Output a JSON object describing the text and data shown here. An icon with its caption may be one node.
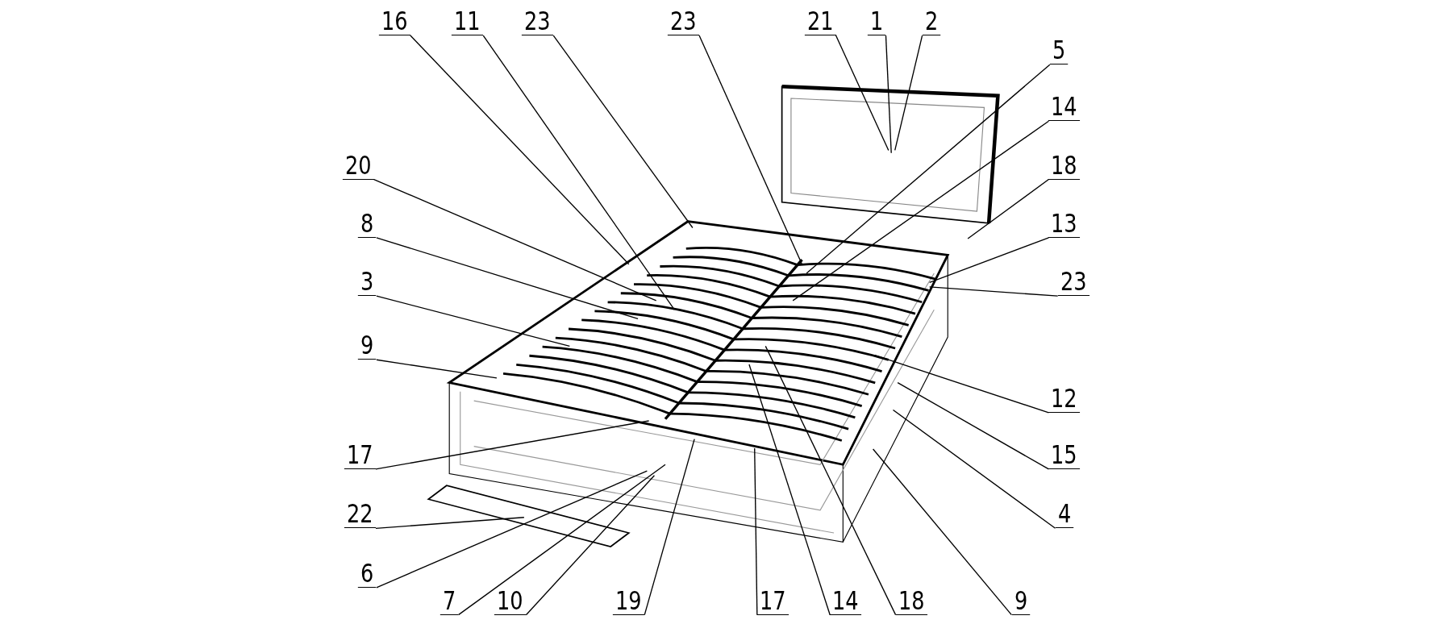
{
  "diagram": {
    "nodes": [
      {
        "text": [
          "16"
        ]
      },
      {
        "text": [
          "11"
        ]
      },
      {
        "text": [
          "23"
        ]
      },
      {
        "text": [
          "23"
        ]
      },
      {
        "text": [
          "21"
        ]
      },
      {
        "text": [
          "1"
        ]
      },
      {
        "text": [
          "2"
        ]
      },
      {
        "text": [
          "5"
        ]
      },
      {
        "text": [
          "14"
        ]
      },
      {
        "text": [
          "18"
        ]
      },
      {
        "text": [
          "20"
        ]
      },
      {
        "text": [
          "13"
        ]
      },
      {
        "text": [
          "8"
        ]
      },
      {
        "text": [
          "23"
        ]
      },
      {
        "text": [
          "3"
        ]
      },
      {
        "text": [
          "9"
        ]
      },
      {
        "text": [
          "12"
        ]
      },
      {
        "text": [
          "17"
        ]
      },
      {
        "text": [
          "15"
        ]
      },
      {
        "text": [
          "22"
        ]
      },
      {
        "text": [
          "4"
        ]
      },
      {
        "text": [
          "6"
        ]
      },
      {
        "text": [
          "9"
        ]
      },
      {
        "text": [
          "7"
        ]
      },
      {
        "text": [
          "10"
        ]
      },
      {
        "text": [
          "19"
        ]
      },
      {
        "text": [
          "17"
        ]
      },
      {
        "text": [
          "14"
        ]
      },
      {
        "text": [
          "18"
        ]
      }
    ],
    "edges": [
      {
        "from": 0,
        "to": null,
        "arrow": "none"
      },
      {
        "from": 1,
        "to": null,
        "arrow": "none"
      },
      {
        "from": 2,
        "to": null,
        "arrow": "none"
      },
      {
        "from": 3,
        "to": null,
        "arrow": "none"
      },
      {
        "from": 4,
        "to": null,
        "arrow": "none"
      },
      {
        "from": 5,
        "to": null,
        "arrow": "none"
      },
      {
        "from": 6,
        "to": null,
        "arrow": "none"
      },
      {
        "from": 7,
        "to": null,
        "arrow": "none"
      },
      {
        "from": 8,
        "to": null,
        "arrow": "none"
      },
      {
        "from": 9,
        "to": null,
        "arrow": "none"
      },
      {
        "from": 10,
        "to": null,
        "arrow": "none"
      },
      {
        "from": 11,
        "to": null,
        "arrow": "none"
      },
      {
        "from": 12,
        "to": null,
        "arrow": "none"
      },
      {
        "from": 13,
        "to": null,
        "arrow": "none"
      },
      {
        "from": 14,
        "to": null,
        "arrow": "none"
      },
      {
        "from": 15,
        "to": null,
        "arrow": "none"
      },
      {
        "from": 16,
        "to": null,
        "arrow": "none"
      },
      {
        "from": 17,
        "to": null,
        "arrow": "none"
      },
      {
        "from": 18,
        "to": null,
        "arrow": "none"
      },
      {
        "from": 19,
        "to": null,
        "arrow": "none"
      },
      {
        "from": 20,
        "to": null,
        "arrow": "none"
      },
      {
        "from": 21,
        "to": null,
        "arrow": "none"
      },
      {
        "from": 22,
        "to": null,
        "arrow": "none"
      },
      {
        "from": 23,
        "to": null,
        "arrow": "none"
      },
      {
        "from": 24,
        "to": null,
        "arrow": "none"
      },
      {
        "from": 25,
        "to": null,
        "arrow": "none"
      },
      {
        "from": 26,
        "to": null,
        "arrow": "none"
      },
      {
        "from": 27,
        "to": null,
        "arrow": "none"
      },
      {
        "from": 28,
        "to": null,
        "arrow": "none"
      }
    ]
  }
}
